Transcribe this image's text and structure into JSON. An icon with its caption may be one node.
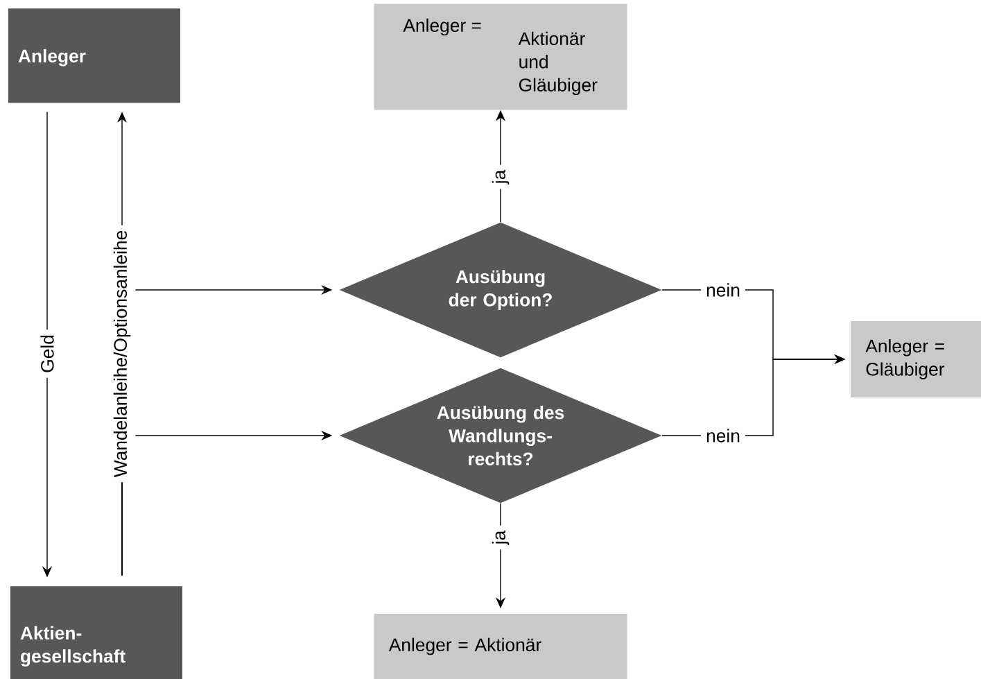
{
  "diagram": {
    "nodes": [
      {
        "text": [
          "Anleger"
        ]
      },
      {
        "text": [
          "Aktien- gesellschaft"
        ]
      },
      {
        "text": [
          "Anleger =",
          "Aktionär und Gläubiger"
        ]
      },
      {
        "text": [
          "Ausübung der Option?"
        ]
      },
      {
        "text": [
          "Ausübung des Wandlungs- rechts?"
        ]
      },
      {
        "text": [
          "Anleger = Gläubiger"
        ]
      },
      {
        "text": [
          "Anleger = Aktionär"
        ]
      }
    ],
    "edges": [
      {
        "from": 0,
        "to": 1,
        "arrow": "to",
        "label": "Geld"
      },
      {
        "from": 1,
        "to": 0,
        "arrow": "to",
        "label": "Wandelanleihe/Optionsanleihe"
      },
      {
        "from": 1,
        "to": 3,
        "arrow": "to"
      },
      {
        "from": 1,
        "to": 4,
        "arrow": "to"
      },
      {
        "from": 3,
        "to": 2,
        "arrow": "to",
        "label": "ja"
      },
      {
        "from": 4,
        "to": 6,
        "arrow": "to",
        "label": "ja"
      },
      {
        "from": 3,
        "to": 5,
        "arrow": "to",
        "label": "nein"
      },
      {
        "from": 4,
        "to": 5,
        "arrow": "to",
        "label": "nein"
      }
    ]
  }
}
